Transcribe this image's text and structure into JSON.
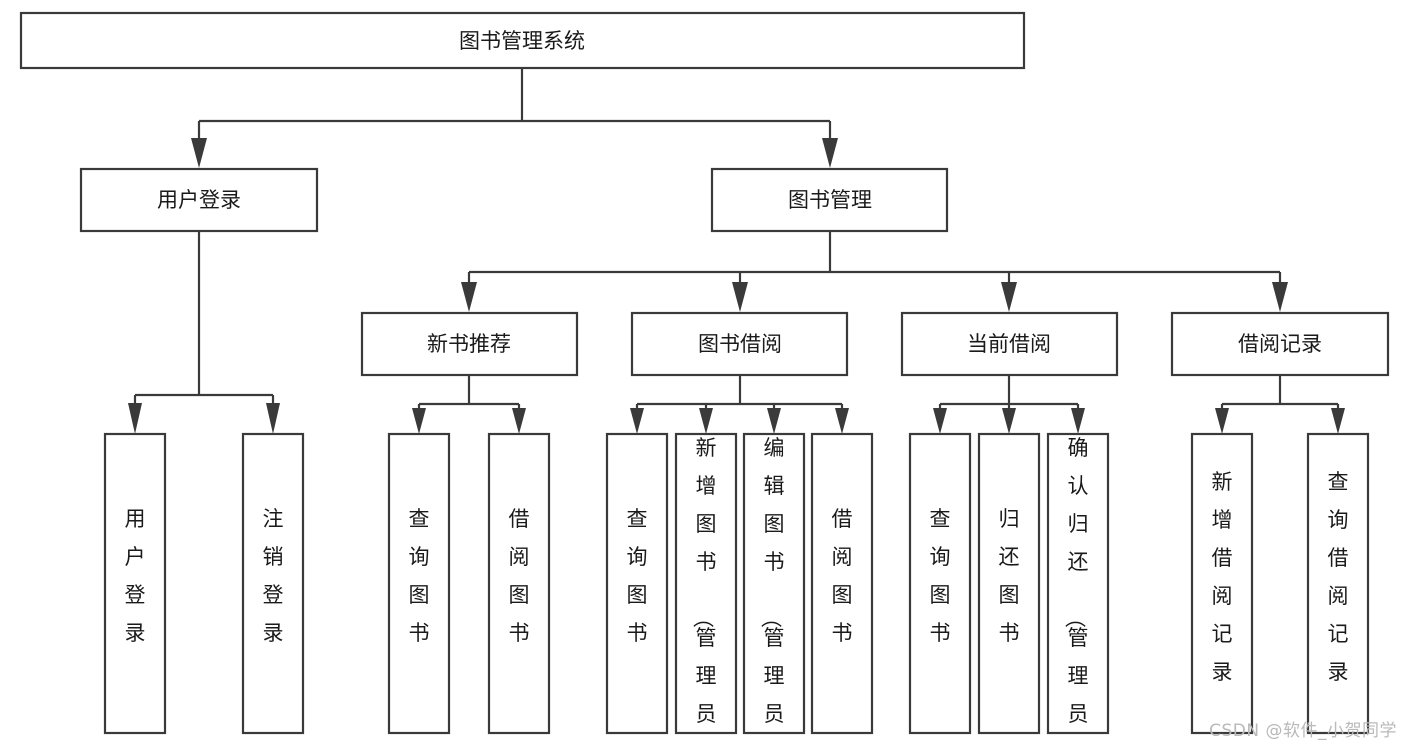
{
  "diagram": {
    "title": "图书管理系统",
    "type": "tree-hierarchy-diagram",
    "watermark": "CSDN @软件_小贺同学",
    "colors": {
      "stroke": "#3a3a3a",
      "fill": "#ffffff",
      "text": "#1a1a1a",
      "watermark": "#b9b9b9",
      "background": "#ffffff"
    },
    "root": {
      "id": "root",
      "label": "图书管理系统"
    },
    "level2": [
      {
        "id": "user-login",
        "label": "用户登录"
      },
      {
        "id": "book-management",
        "label": "图书管理"
      }
    ],
    "level3": [
      {
        "id": "new-book-recommend",
        "label": "新书推荐",
        "parent": "book-management"
      },
      {
        "id": "book-borrow",
        "label": "图书借阅",
        "parent": "book-management"
      },
      {
        "id": "current-borrow",
        "label": "当前借阅",
        "parent": "book-management"
      },
      {
        "id": "borrow-record",
        "label": "借阅记录",
        "parent": "book-management"
      }
    ],
    "leaves": [
      {
        "id": "leaf-user-login",
        "label": "用户登录",
        "parent": "user-login"
      },
      {
        "id": "leaf-logout-login",
        "label": "注销登录",
        "parent": "user-login"
      },
      {
        "id": "leaf-query-book-1",
        "label": "查询图书",
        "parent": "new-book-recommend"
      },
      {
        "id": "leaf-borrow-book-1",
        "label": "借阅图书",
        "parent": "new-book-recommend"
      },
      {
        "id": "leaf-query-book-2",
        "label": "查询图书",
        "parent": "book-borrow"
      },
      {
        "id": "leaf-add-book",
        "label": "新增图书（管理员）",
        "parent": "book-borrow"
      },
      {
        "id": "leaf-edit-book",
        "label": "编辑图书（管理员）",
        "parent": "book-borrow"
      },
      {
        "id": "leaf-borrow-book-2",
        "label": "借阅图书",
        "parent": "book-borrow"
      },
      {
        "id": "leaf-query-book-3",
        "label": "查询图书",
        "parent": "current-borrow"
      },
      {
        "id": "leaf-return-book",
        "label": "归还图书",
        "parent": "current-borrow"
      },
      {
        "id": "leaf-confirm-return",
        "label": "确认归还（管理员）",
        "parent": "current-borrow"
      },
      {
        "id": "leaf-add-record",
        "label": "新增借阅记录",
        "parent": "borrow-record"
      },
      {
        "id": "leaf-query-record",
        "label": "查询借阅记录",
        "parent": "borrow-record"
      }
    ]
  }
}
